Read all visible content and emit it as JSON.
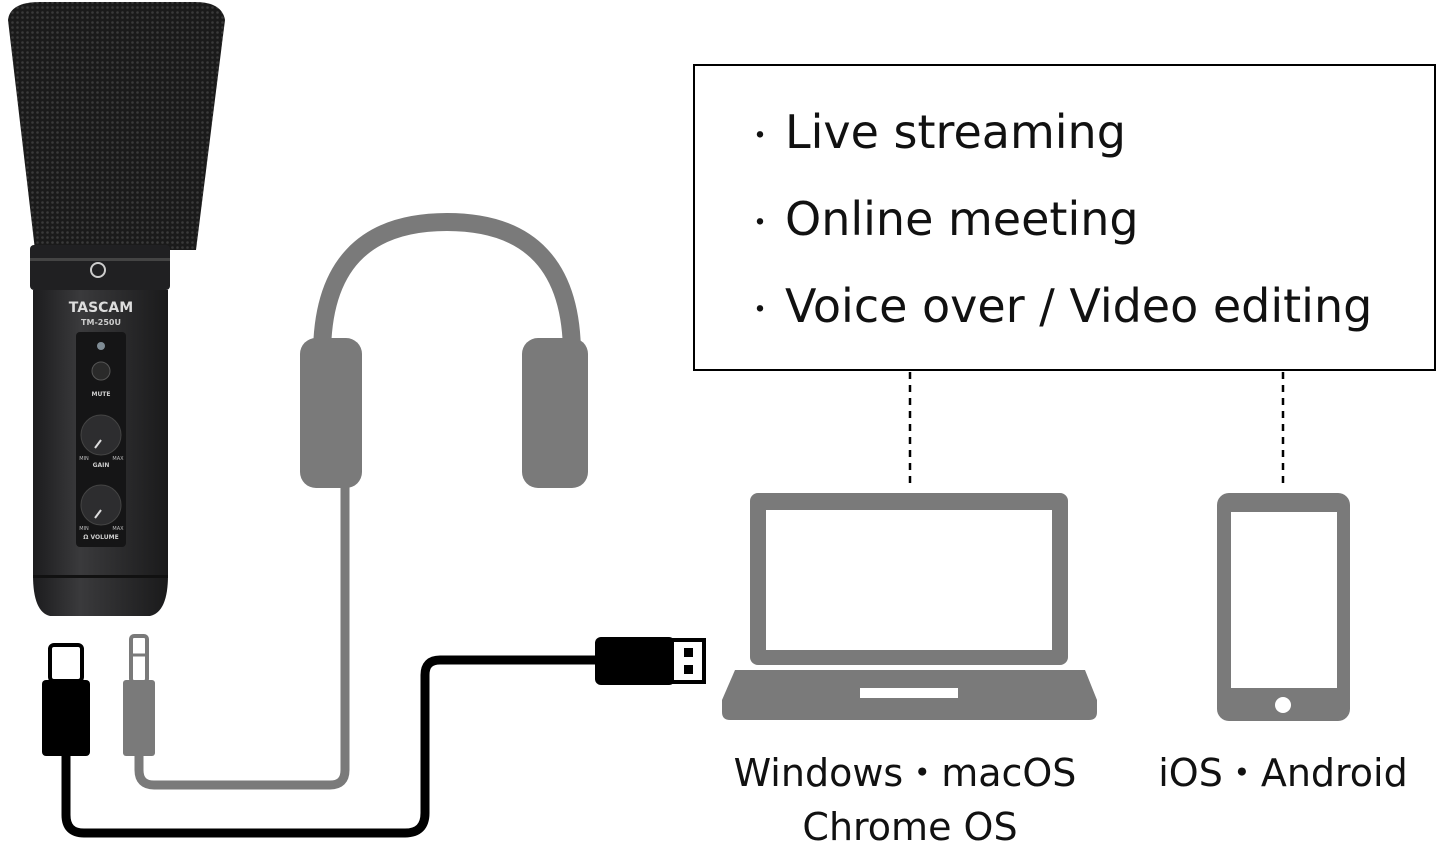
{
  "uses_box": {
    "items": [
      "Live streaming",
      "Online meeting",
      "Voice over / Video editing"
    ],
    "bullet": "・"
  },
  "microphone": {
    "brand": "TASCAM",
    "model": "TM-250U",
    "mute_label": "MUTE",
    "gain_label": "GAIN",
    "volume_label": "Ω VOLUME",
    "min_label": "MIN",
    "max_label": "MAX"
  },
  "devices": {
    "computer_line1": "Windows・macOS",
    "computer_line2": "Chrome OS",
    "mobile": "iOS・Android"
  },
  "colors": {
    "device_grey": "#7a7a7a",
    "cable_black": "#000000",
    "mic_body": "#2a2a2c"
  }
}
